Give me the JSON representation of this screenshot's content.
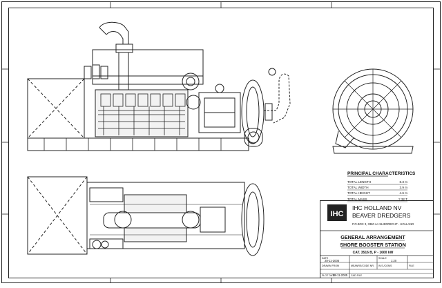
{
  "characteristics": {
    "title": "PRINCIPAL CHARACTERISTICS",
    "rows": [
      {
        "label": "TOTAL LENGTH",
        "value": "8.3 m"
      },
      {
        "label": "TOTAL WIDTH",
        "value": "3.9 m"
      },
      {
        "label": "TOTAL HEIGHT",
        "value": "4.6 m"
      },
      {
        "label": "TOTAL MASS",
        "value": "? 32 T"
      }
    ]
  },
  "title_block": {
    "logo_text": "IHC",
    "company_line1": "IHC HOLLAND NV",
    "company_line2": "BEAVER DREDGERS",
    "address": "P.O.BOX 3,   3360 AA   SLIEDRECHT - HOLLAND",
    "drawing_title1": "GENERAL ARRANGEMENT",
    "drawing_title2": "SHORE BOOSTER STATION",
    "drawing_sub": "CAT. 3516 B, P - 1600 kW",
    "date_label": "DATE",
    "date_value": "28-11-2005",
    "drawn_label": "DRAWN FROM",
    "scale_label": "SCALE",
    "scale_value": "1:20",
    "plot_label": "PLOT DATE",
    "plot_value": "28-11-2005",
    "cad_label": "CAD FILE",
    "fields_row2": [
      "MEANRE/CODE NR.",
      "W.S./COMS",
      "FILE"
    ]
  }
}
